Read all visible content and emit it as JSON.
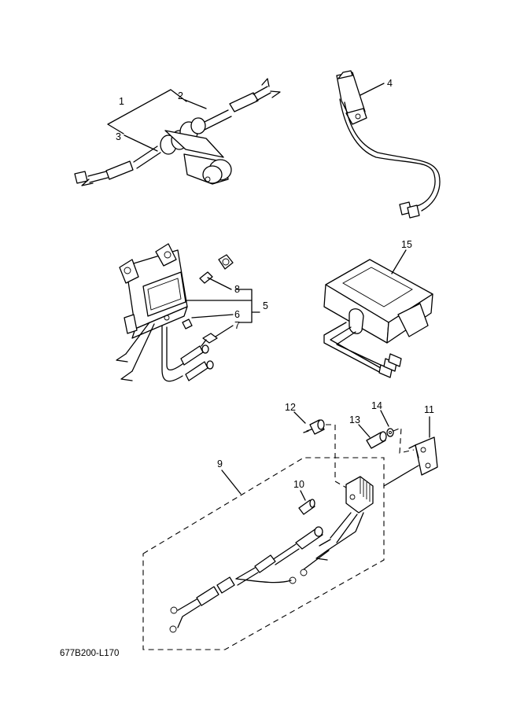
{
  "callouts": {
    "c1": "1",
    "c2": "2",
    "c3": "3",
    "c4": "4",
    "c5": "5",
    "c6": "6",
    "c7": "7",
    "c8": "8",
    "c9": "9",
    "c10": "10",
    "c11": "11",
    "c12": "12",
    "c13": "13",
    "c14": "14",
    "c15": "15"
  },
  "diagram_code": "677B200-L170"
}
